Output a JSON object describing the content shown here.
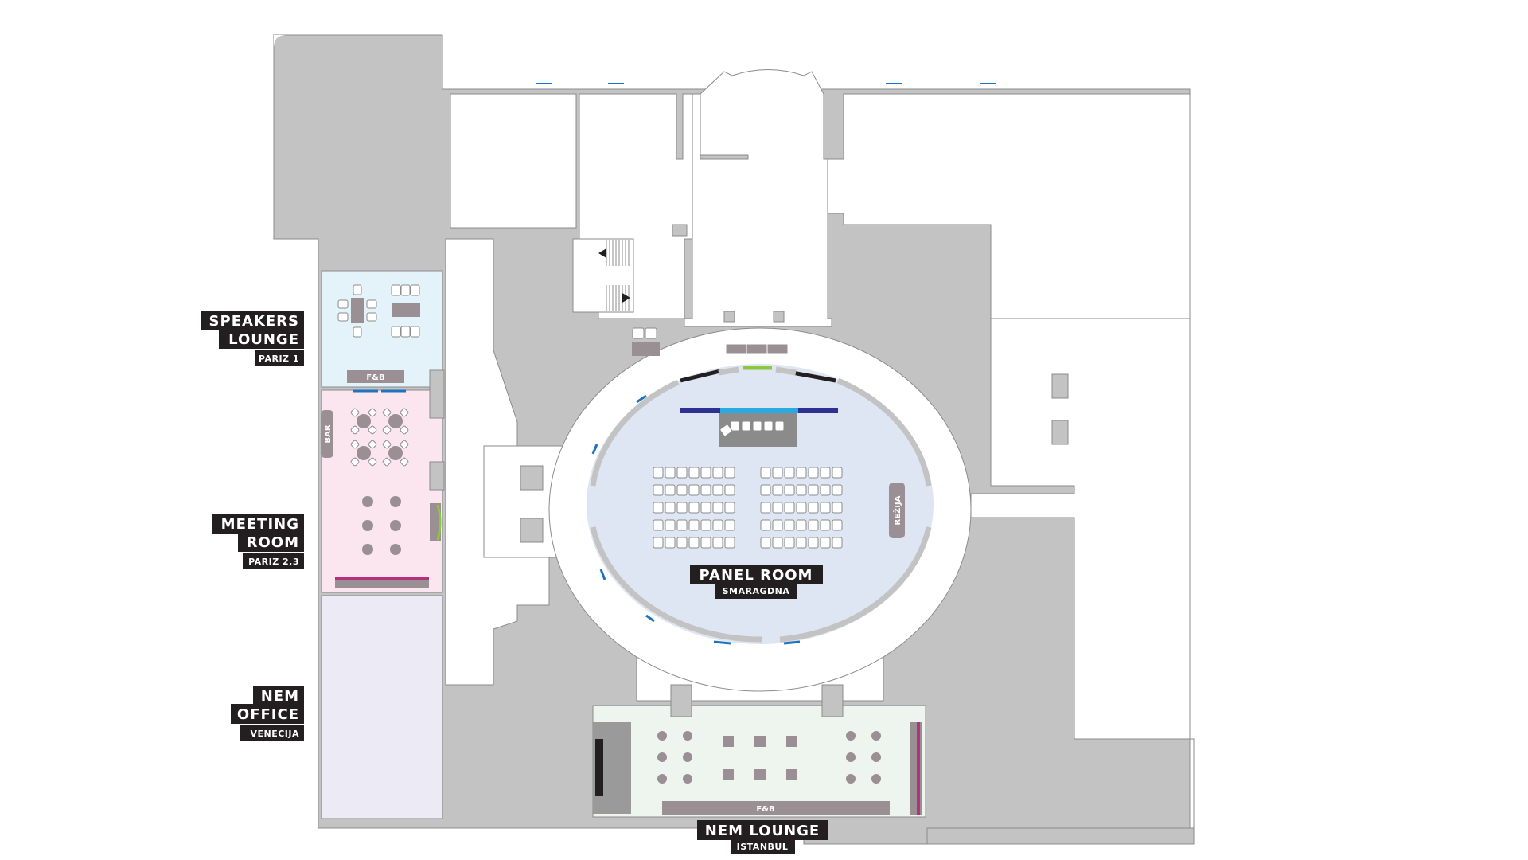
{
  "colors": {
    "wall": "#c4c3c4",
    "wall_stroke": "#8c8b8c",
    "furniture": "#9a8f92",
    "chair_stroke": "#8c8b8c",
    "speakers_lounge_fill": "#e4f3fa",
    "meeting_room_fill": "#fbe6ef",
    "nem_office_fill": "#eceaf5",
    "panel_room_fill": "#dde6f2",
    "nem_lounge_fill": "#eef5ef",
    "label_bg": "#231f20",
    "accent_blue": "#1e73be",
    "accent_navy": "#2e3192",
    "accent_cyan": "#29abe2",
    "accent_green": "#8dc63f",
    "accent_magenta": "#b5317c"
  },
  "rooms": {
    "speakers_lounge": {
      "title_line1": "SPEAKERS",
      "title_line2": "LOUNGE",
      "subtitle": "PARIZ 1"
    },
    "meeting_room": {
      "title_line1": "MEETING",
      "title_line2": "ROOM",
      "subtitle": "PARIZ 2,3"
    },
    "nem_office": {
      "title_line1": "NEM",
      "title_line2": "OFFICE",
      "subtitle": "VENECIJA"
    },
    "panel_room": {
      "title": "PANEL ROOM",
      "subtitle": "SMARAGDNA"
    },
    "nem_lounge": {
      "title": "NEM LOUNGE",
      "subtitle": "ISTANBUL"
    }
  },
  "furniture_labels": {
    "speakers_fb": "F&B",
    "meeting_bar": "BAR",
    "panel_rezija": "REŽIJA",
    "lounge_fb": "F&B"
  },
  "icons": [
    "stair-arrow-icon",
    "stair-arrow-icon"
  ]
}
